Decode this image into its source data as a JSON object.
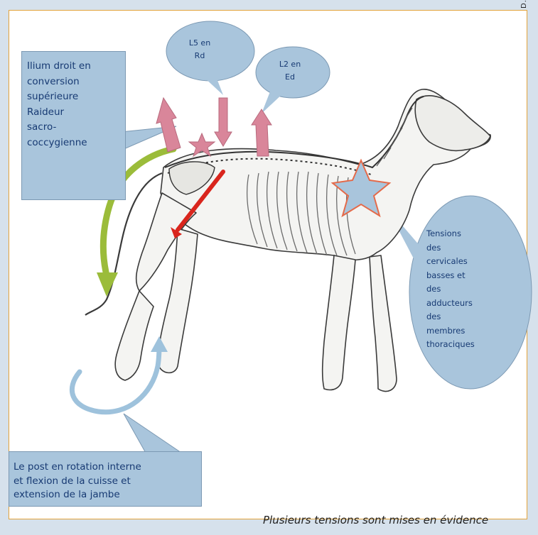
{
  "callouts": {
    "ilium": "Ilium droit en\nconversion\nsupérieure\nRaideur\nsacro-\ncoccygienne",
    "l5": "L5 en\nRd",
    "l2": "L2 en\nEd",
    "tensions": "Tensions\ndes\ncervicales\nbasses et\ndes\nadducteurs\ndes\nmembres\nthoraciques",
    "post": "Le post en rotation interne\net flexion de la cuisse et\nextension de la jambe"
  },
  "credit": "D.R.",
  "caption": "Plusieurs tensions sont mises en évidence",
  "colors": {
    "frame_border": "#e3a33b",
    "callout_fill": "#a9c5dc",
    "callout_text": "#173a73",
    "arrow_pink": "#d9869a",
    "arrow_red": "#d9251d",
    "arrow_green": "#9bbc3a",
    "arrow_blue": "#9ec2dc",
    "star_outline": "#e46a4a"
  },
  "icons": [
    "dog-skeleton-illustration",
    "star-marker",
    "arrow-up",
    "arrow-down",
    "curved-arrow"
  ]
}
